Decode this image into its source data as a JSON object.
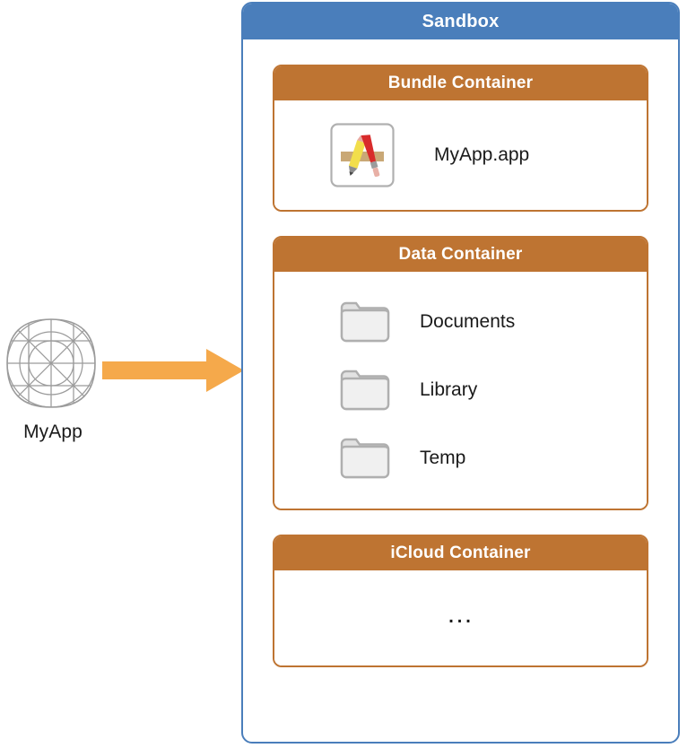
{
  "diagram": {
    "title": "Sandbox",
    "colors": {
      "sandbox_blue": "#4A7EBB",
      "container_orange": "#BE7432",
      "arrow_orange": "#F5A94B",
      "folder_gray": "#ECECEC",
      "folder_border": "#AFAFAF"
    },
    "app_node": {
      "label": "MyApp",
      "icon": "app-icon-grid-template-icon"
    },
    "arrow": {
      "icon": "right-arrow-icon",
      "direction": "right"
    },
    "containers": [
      {
        "title": "Bundle Container",
        "kind": "bundle",
        "items": [
          {
            "label": "MyApp.app",
            "icon": "app-bundle-icon"
          }
        ]
      },
      {
        "title": "Data Container",
        "kind": "data",
        "items": [
          {
            "label": "Documents",
            "icon": "folder-icon"
          },
          {
            "label": "Library",
            "icon": "folder-icon"
          },
          {
            "label": "Temp",
            "icon": "folder-icon"
          }
        ]
      },
      {
        "title": "iCloud Container",
        "kind": "icloud",
        "placeholder": "…",
        "items": []
      }
    ]
  }
}
